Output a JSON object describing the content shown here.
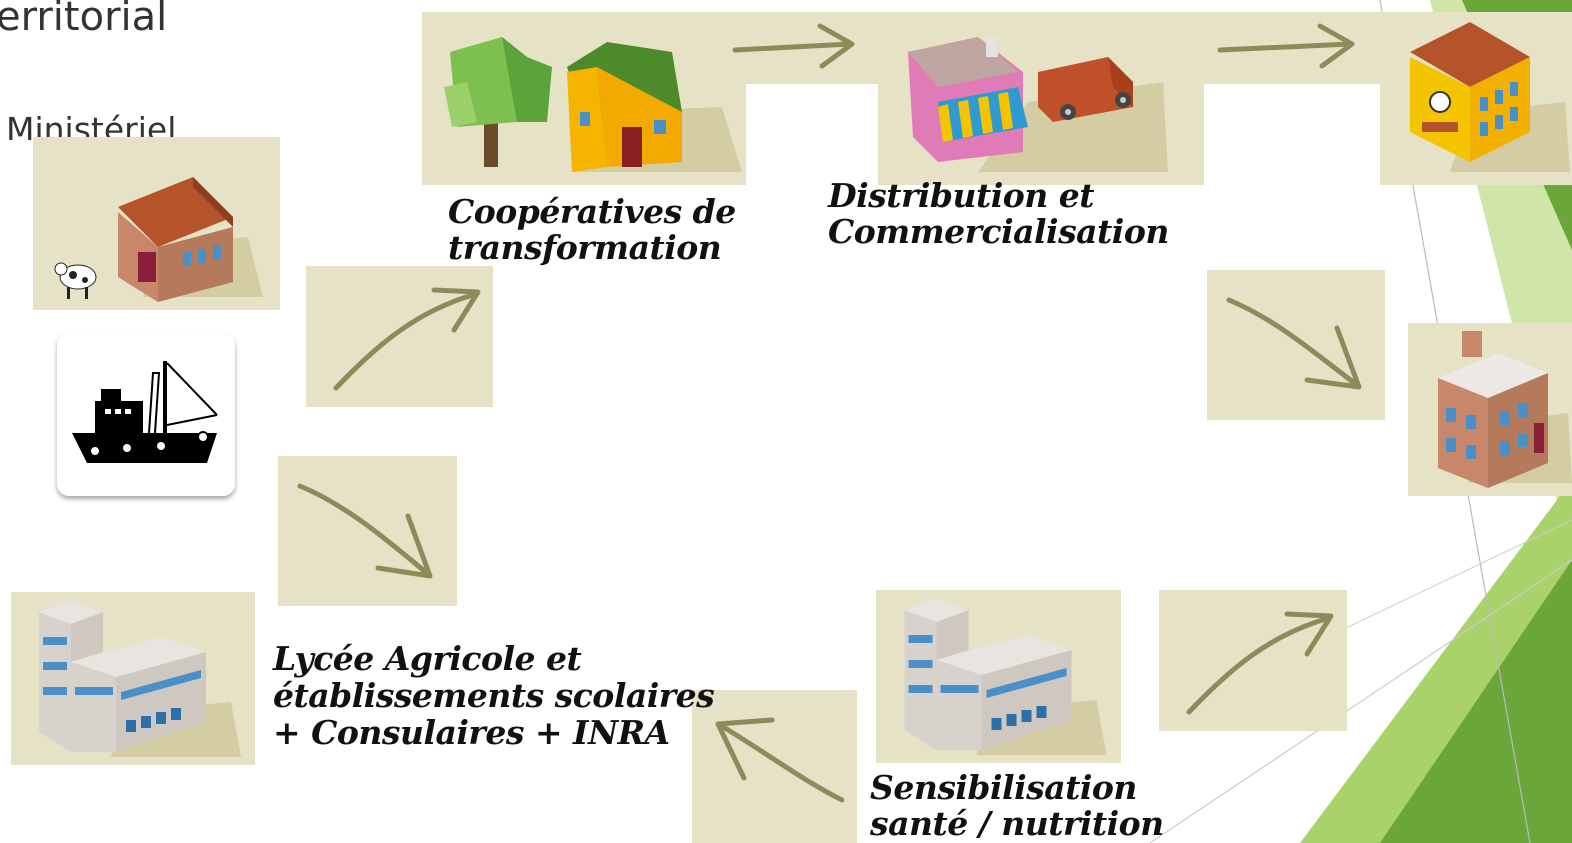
{
  "slide": {
    "title_fragment": "erritorial",
    "subtitle_fragment": "Ministériel"
  },
  "labels": {
    "cooperatives": [
      "Coopératives de",
      "transformation"
    ],
    "distribution": [
      "Distribution et",
      "Commercialisation"
    ],
    "lycee": [
      "Lycée Agricole et",
      "établissements scolaires",
      "+ Consulaires + INRA"
    ],
    "sensibilisation": [
      "Sensibilisation",
      "santé / nutrition"
    ]
  },
  "colors": {
    "tile_bg": "#e6e2c6",
    "arrow": "#8e8b5a",
    "green_dark": "#6aa63a",
    "green_light": "#a9d26a"
  }
}
